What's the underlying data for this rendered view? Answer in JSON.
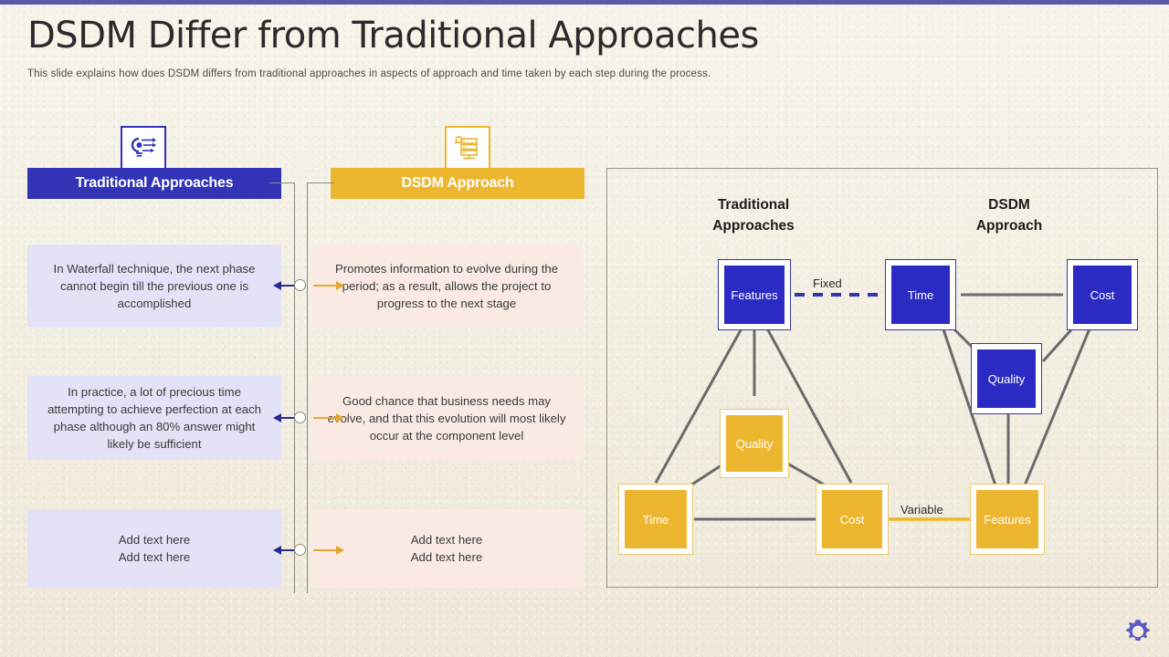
{
  "slide": {
    "title": "DSDM Differ from Traditional Approaches",
    "subtitle": "This slide explains how does DSDM differs from traditional approaches in aspects of approach and time taken by each step during the process.",
    "accent_top_color": "#5b59a8",
    "background_color": "#f2eee1",
    "brand_blue": "#3333b5",
    "brand_gold": "#edb62f",
    "logo_icon": "gear-icon"
  },
  "comparison": {
    "columns": [
      {
        "header": "Traditional Approaches",
        "icon": "lightbulb-arrows-icon",
        "color": "#3333b5",
        "box_color": "#e3e3f8",
        "items": [
          "In Waterfall technique, the next phase cannot begin till the previous one is accomplished",
          "In practice, a lot of precious time attempting to achieve perfection at each phase although an 80% answer might likely be sufficient",
          "Add text here\nAdd text here"
        ]
      },
      {
        "header": "DSDM Approach",
        "icon": "server-stack-icon",
        "color": "#edb62f",
        "box_color": "#fbeae4",
        "items": [
          "Promotes information to evolve during the period; as a result, allows the project to progress to the next stage",
          "Good chance that business needs may evolve, and that this evolution will most likely occur at the component level",
          "Add text here\nAdd text here"
        ]
      }
    ]
  },
  "diagram": {
    "titles": {
      "traditional": "Traditional\nApproaches",
      "dsdm": "DSDM\nApproach"
    },
    "edge_labels": {
      "fixed": "Fixed",
      "variable": "Variable"
    },
    "traditional_nodes": [
      {
        "label": "Features",
        "style": "blue"
      },
      {
        "label": "Quality",
        "style": "gold"
      },
      {
        "label": "Time",
        "style": "gold"
      },
      {
        "label": "Cost",
        "style": "gold"
      }
    ],
    "dsdm_nodes": [
      {
        "label": "Time",
        "style": "blue"
      },
      {
        "label": "Cost",
        "style": "blue"
      },
      {
        "label": "Quality",
        "style": "blue"
      },
      {
        "label": "Features",
        "style": "gold"
      }
    ]
  }
}
